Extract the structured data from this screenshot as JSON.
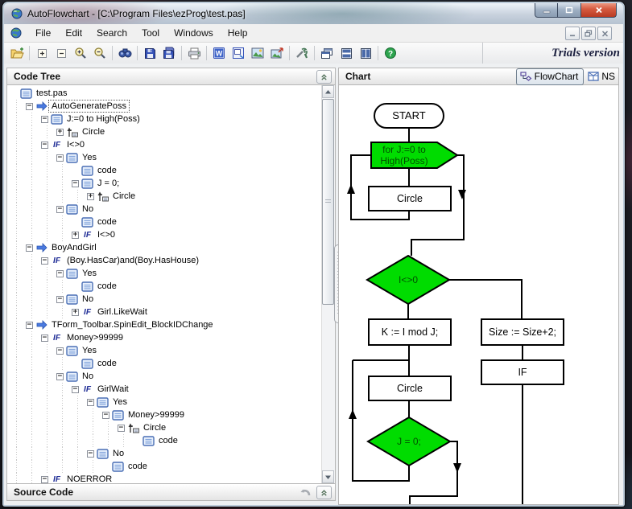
{
  "window": {
    "title": "AutoFlowchart - [C:\\Program Files\\ezProg\\test.pas]"
  },
  "menu": {
    "items": [
      "File",
      "Edit",
      "Search",
      "Tool",
      "Windows",
      "Help"
    ]
  },
  "toolbar": {
    "trials_label": "Trials version",
    "groups": [
      [
        "open-folder-icon"
      ],
      [
        "expand-all-icon",
        "collapse-all-icon",
        "zoom-in-icon",
        "zoom-out-icon"
      ],
      [
        "find-icon"
      ],
      [
        "save-icon",
        "save-all-icon"
      ],
      [
        "print-icon"
      ],
      [
        "export-word-icon",
        "export-slide-icon",
        "export-image-icon",
        "export-image-as-icon"
      ],
      [
        "settings-icon"
      ],
      [
        "cascade-windows-icon",
        "tile-horizontal-icon",
        "tile-vertical-icon"
      ],
      [
        "help-icon"
      ]
    ]
  },
  "panels": {
    "code_tree": {
      "title": "Code Tree",
      "rows": [
        {
          "level": 0,
          "icon": "stmt",
          "exp": "none",
          "label": "test.pas"
        },
        {
          "level": 1,
          "icon": "func",
          "exp": "minus",
          "label": "AutoGeneratePoss",
          "selected": true
        },
        {
          "level": 2,
          "icon": "stmt",
          "exp": "minus",
          "label": "J:=0 to High(Poss)"
        },
        {
          "level": 3,
          "icon": "call",
          "exp": "plus",
          "label": "Circle"
        },
        {
          "level": 2,
          "icon": "if",
          "exp": "minus",
          "label": "I<>0"
        },
        {
          "level": 3,
          "icon": "stmt",
          "exp": "minus",
          "label": "Yes"
        },
        {
          "level": 4,
          "icon": "stmt",
          "exp": "none",
          "label": "code"
        },
        {
          "level": 4,
          "icon": "stmt",
          "exp": "minus",
          "label": "J = 0;"
        },
        {
          "level": 5,
          "icon": "call",
          "exp": "plus",
          "label": "Circle"
        },
        {
          "level": 3,
          "icon": "stmt",
          "exp": "minus",
          "label": "No"
        },
        {
          "level": 4,
          "icon": "stmt",
          "exp": "none",
          "label": "code"
        },
        {
          "level": 4,
          "icon": "if",
          "exp": "plus",
          "label": "I<>0"
        },
        {
          "level": 1,
          "icon": "func",
          "exp": "minus",
          "label": "BoyAndGirl"
        },
        {
          "level": 2,
          "icon": "if",
          "exp": "minus",
          "label": "(Boy.HasCar)and(Boy.HasHouse)"
        },
        {
          "level": 3,
          "icon": "stmt",
          "exp": "minus",
          "label": "Yes"
        },
        {
          "level": 4,
          "icon": "stmt",
          "exp": "none",
          "label": "code"
        },
        {
          "level": 3,
          "icon": "stmt",
          "exp": "minus",
          "label": "No"
        },
        {
          "level": 4,
          "icon": "if",
          "exp": "plus",
          "label": "Girl.LikeWait"
        },
        {
          "level": 1,
          "icon": "func",
          "exp": "minus",
          "label": "TForm_Toolbar.SpinEdit_BlockIDChange"
        },
        {
          "level": 2,
          "icon": "if",
          "exp": "minus",
          "label": "Money>99999"
        },
        {
          "level": 3,
          "icon": "stmt",
          "exp": "minus",
          "label": "Yes"
        },
        {
          "level": 4,
          "icon": "stmt",
          "exp": "none",
          "label": "code"
        },
        {
          "level": 3,
          "icon": "stmt",
          "exp": "minus",
          "label": "No"
        },
        {
          "level": 4,
          "icon": "if",
          "exp": "minus",
          "label": "GirlWait"
        },
        {
          "level": 5,
          "icon": "stmt",
          "exp": "minus",
          "label": "Yes"
        },
        {
          "level": 6,
          "icon": "stmt",
          "exp": "minus",
          "label": "Money>99999"
        },
        {
          "level": 7,
          "icon": "call",
          "exp": "minus",
          "label": "Circle"
        },
        {
          "level": 8,
          "icon": "stmt",
          "exp": "none",
          "label": "code"
        },
        {
          "level": 5,
          "icon": "stmt",
          "exp": "minus",
          "label": "No"
        },
        {
          "level": 6,
          "icon": "stmt",
          "exp": "none",
          "label": "code"
        },
        {
          "level": 2,
          "icon": "if",
          "exp": "minus",
          "label": "NOERROR"
        }
      ]
    },
    "source_code": {
      "title": "Source Code"
    },
    "chart": {
      "title": "Chart",
      "flowchart_button": "FlowChart",
      "ns_label": "NS"
    }
  },
  "flowchart": {
    "nodes": {
      "start": "START",
      "for_line1": "for J:=0 to",
      "for_line2": "High(Poss)",
      "loop_body": "Circle",
      "cond1": "I<>0",
      "then_assign": "K := I mod J;",
      "else_assign": "Size := Size+2;",
      "else_if": "IF",
      "body2": "Circle",
      "cond2": "J = 0;"
    },
    "colors": {
      "shape_green": "#00DC00"
    }
  }
}
